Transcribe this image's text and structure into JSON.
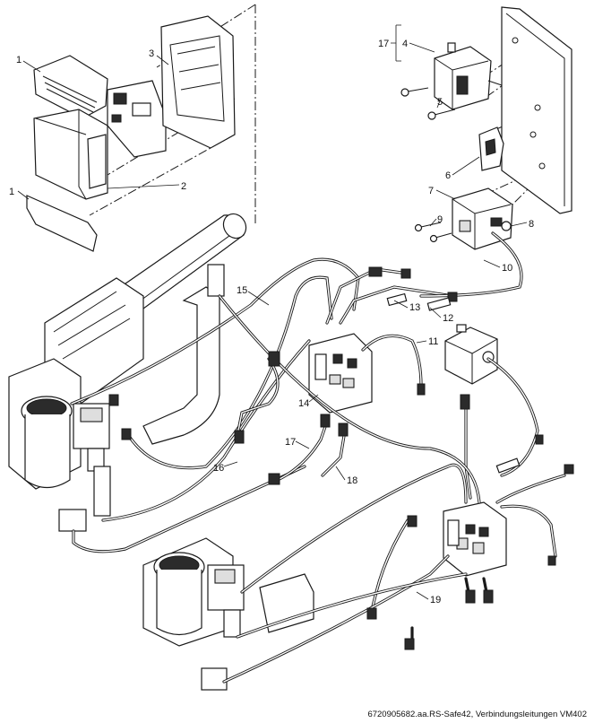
{
  "callouts": {
    "c1a": "1",
    "c1b": "1",
    "c2": "2",
    "c3": "3",
    "c4": "4",
    "c5": "5",
    "c6": "6",
    "c7": "7",
    "c8": "8",
    "c9": "9",
    "c10": "10",
    "c11": "11",
    "c12": "12",
    "c13": "13",
    "c14": "14",
    "c15": "15",
    "c16": "16",
    "c17a": "17",
    "c17b": "17",
    "c18": "18",
    "c19": "19"
  },
  "caption": "6720905682.aa.RS-Safe42, Verbindungsleitungen VM402"
}
